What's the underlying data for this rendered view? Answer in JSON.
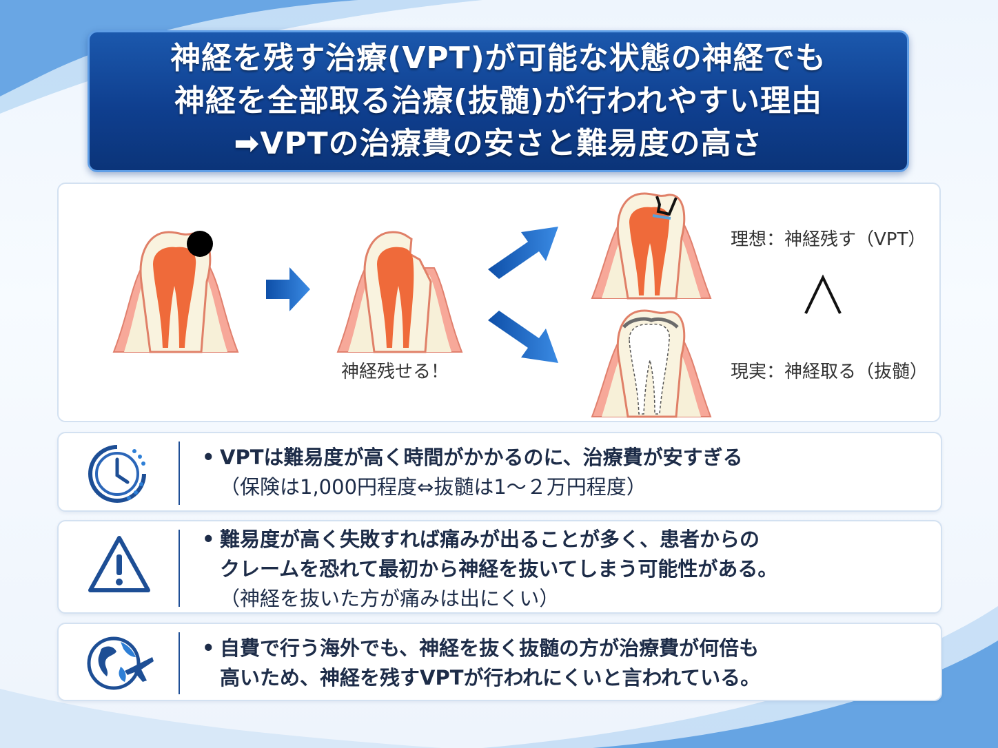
{
  "title": {
    "line1": "神経を残す治療(VPT)が可能な状態の神経でも",
    "line2": "神経を全部取る治療(抜髄)が行われやすい理由",
    "line3": "➡VPTの治療費の安さと難易度の高さ"
  },
  "diagram": {
    "caption_middle": "神経残せる！",
    "label_ideal": "理想：神経残す（VPT）",
    "label_reality": "現実：神経取る（抜髄）",
    "comparison_symbol": "⋀"
  },
  "cards": [
    {
      "icon": "clock-icon",
      "line1": "VPTは難易度が高く時間がかかるのに、治療費が安すぎる",
      "line2": "（保険は1,000円程度⇔抜髄は1～２万円程度）"
    },
    {
      "icon": "warning-icon",
      "line1": "難易度が高く失敗すれば痛みが出ることが多く、患者からの",
      "line2": "クレームを恐れて最初から神経を抜いてしまう可能性がある。",
      "line3": "（神経を抜いた方が痛みは出にくい）"
    },
    {
      "icon": "globe-airplane-icon",
      "line1": "自費で行う海外でも、神経を抜く抜髄の方が治療費が何倍も",
      "line2": "高いため、神経を残すVPTが行われにくいと言われている。"
    }
  ],
  "bullet": "•",
  "colors": {
    "title_bg": "#0f3f8f",
    "accent": "#1a5fb4",
    "pulp": "#ef6a3a",
    "gum": "#f3a89a"
  }
}
